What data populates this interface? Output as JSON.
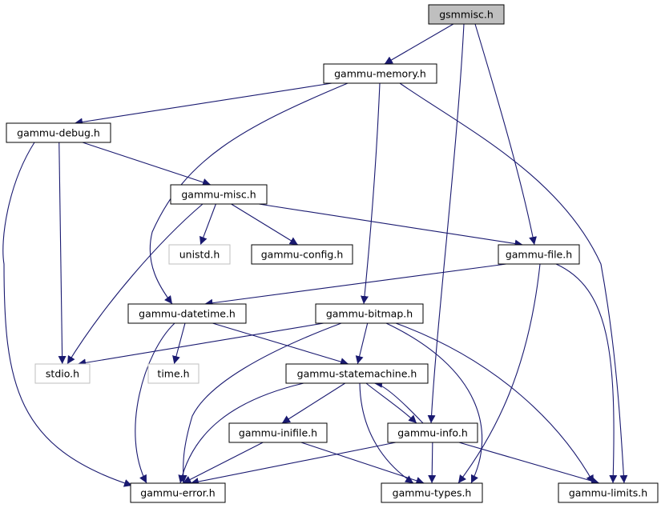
{
  "colors": {
    "edge": "#191970",
    "root_fill": "#bfbfbf",
    "node_fill": "#ffffff",
    "node_border": "#000000",
    "missing_border": "#bfbfbf"
  },
  "nodes": [
    {
      "id": "gsmmisc",
      "label": "gsmmisc.h",
      "style": "root"
    },
    {
      "id": "memory",
      "label": "gammu-memory.h",
      "style": "normal"
    },
    {
      "id": "debug",
      "label": "gammu-debug.h",
      "style": "normal"
    },
    {
      "id": "misc",
      "label": "gammu-misc.h",
      "style": "normal"
    },
    {
      "id": "unistd",
      "label": "unistd.h",
      "style": "missing"
    },
    {
      "id": "config",
      "label": "gammu-config.h",
      "style": "normal"
    },
    {
      "id": "file",
      "label": "gammu-file.h",
      "style": "normal"
    },
    {
      "id": "datetime",
      "label": "gammu-datetime.h",
      "style": "normal"
    },
    {
      "id": "bitmap",
      "label": "gammu-bitmap.h",
      "style": "normal"
    },
    {
      "id": "stdio",
      "label": "stdio.h",
      "style": "missing"
    },
    {
      "id": "time",
      "label": "time.h",
      "style": "missing"
    },
    {
      "id": "statemachine",
      "label": "gammu-statemachine.h",
      "style": "normal"
    },
    {
      "id": "inifile",
      "label": "gammu-inifile.h",
      "style": "normal"
    },
    {
      "id": "info",
      "label": "gammu-info.h",
      "style": "normal"
    },
    {
      "id": "error",
      "label": "gammu-error.h",
      "style": "normal"
    },
    {
      "id": "types",
      "label": "gammu-types.h",
      "style": "normal"
    },
    {
      "id": "limits",
      "label": "gammu-limits.h",
      "style": "normal"
    }
  ],
  "edges": [
    [
      "gsmmisc",
      "memory"
    ],
    [
      "gsmmisc",
      "file"
    ],
    [
      "gsmmisc",
      "info"
    ],
    [
      "memory",
      "debug"
    ],
    [
      "memory",
      "datetime"
    ],
    [
      "memory",
      "bitmap"
    ],
    [
      "memory",
      "limits"
    ],
    [
      "debug",
      "misc"
    ],
    [
      "debug",
      "stdio"
    ],
    [
      "debug",
      "error"
    ],
    [
      "misc",
      "unistd"
    ],
    [
      "misc",
      "config"
    ],
    [
      "misc",
      "file"
    ],
    [
      "misc",
      "stdio"
    ],
    [
      "file",
      "datetime"
    ],
    [
      "file",
      "types"
    ],
    [
      "file",
      "limits"
    ],
    [
      "datetime",
      "time"
    ],
    [
      "datetime",
      "statemachine"
    ],
    [
      "datetime",
      "error"
    ],
    [
      "bitmap",
      "stdio"
    ],
    [
      "bitmap",
      "statemachine"
    ],
    [
      "bitmap",
      "error"
    ],
    [
      "bitmap",
      "types"
    ],
    [
      "bitmap",
      "limits"
    ],
    [
      "statemachine",
      "inifile"
    ],
    [
      "statemachine",
      "info"
    ],
    [
      "statemachine",
      "error"
    ],
    [
      "statemachine",
      "types"
    ],
    [
      "info",
      "statemachine"
    ],
    [
      "info",
      "error"
    ],
    [
      "info",
      "types"
    ],
    [
      "info",
      "limits"
    ],
    [
      "inifile",
      "error"
    ],
    [
      "inifile",
      "types"
    ]
  ]
}
